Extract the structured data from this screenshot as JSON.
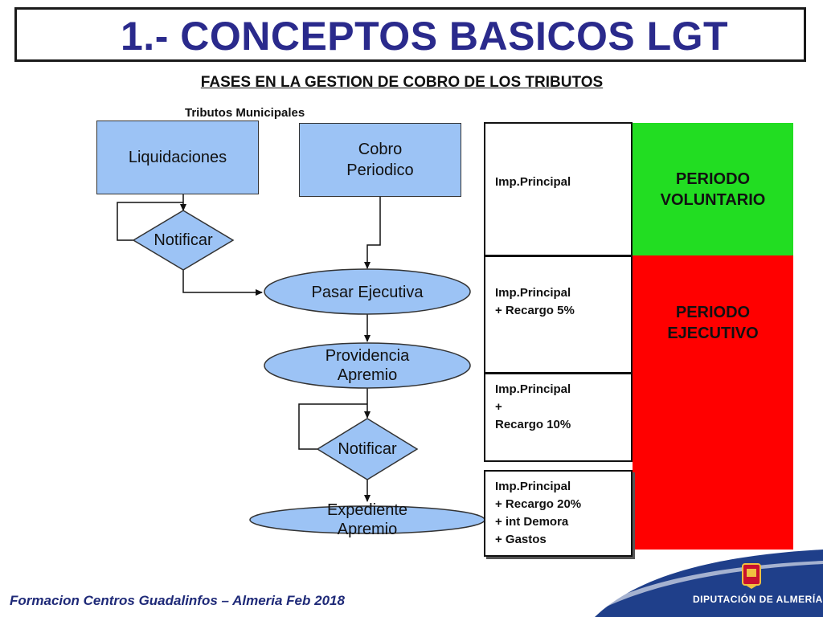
{
  "header": {
    "title": "1.- CONCEPTOS BASICOS LGT",
    "subtitle": "FASES EN LA GESTION DE COBRO DE LOS TRIBUTOS",
    "sublabel": "Tributos Municipales"
  },
  "flow": {
    "liquidaciones": "Liquidaciones",
    "cobro_periodico": "Cobro\nPeriodico",
    "notificar_1": "Notificar",
    "pasar_ejecutiva": "Pasar Ejecutiva",
    "providencia": "Providencia\nApremio",
    "notificar_2": "Notificar",
    "expediente": "Expediente\nApremio"
  },
  "stages": [
    {
      "text": "Imp.Principal"
    },
    {
      "text": "Imp.Principal\n+ Recargo 5%"
    },
    {
      "text": "Imp.Principal\n+\nRecargo 10%"
    },
    {
      "text": "Imp.Principal\n+ Recargo 20%\n+ int Demora\n+ Gastos"
    }
  ],
  "periods": {
    "voluntario": "PERIODO\nVOLUNTARIO",
    "ejecutivo": "PERIODO\nEJECUTIVO",
    "voluntario_color": "#22dd22",
    "ejecutivo_color": "#ff0000"
  },
  "footer": {
    "text": "Formacion Centros Guadalinfos – Almeria Feb 2018",
    "brand": "DIPUTACIÓN DE ALMERÍA"
  }
}
